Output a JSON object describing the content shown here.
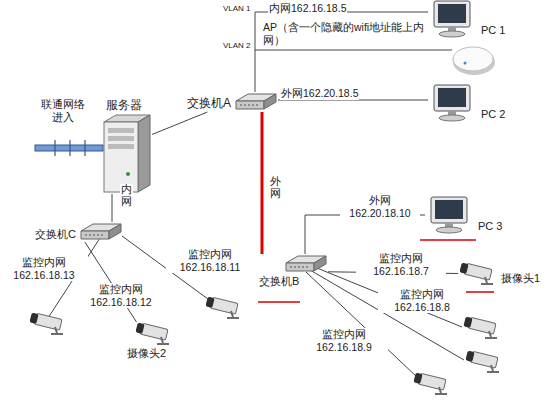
{
  "diagram": {
    "nodes": [
      {
        "text": [
          "PC 1"
        ]
      },
      {
        "text": [
          "PC 2"
        ]
      },
      {
        "text": [
          "服务器"
        ]
      },
      {
        "text": [
          "交换机A"
        ]
      },
      {
        "text": [
          "交换机C"
        ]
      },
      {
        "text": [
          "PC 3"
        ]
      },
      {
        "text": [
          "交换机B"
        ]
      },
      {
        "text": [
          "摄像头1"
        ]
      },
      {
        "text": [
          "摄像头2"
        ]
      }
    ],
    "edges": [
      {
        "from": 2,
        "to": 3,
        "arrow": "none"
      },
      {
        "from": 3,
        "to": 0,
        "label": "内网162.16.18.5",
        "arrow": "none"
      },
      {
        "from": 3,
        "to": 1,
        "label": "外网162.20.18.5",
        "arrow": "none"
      },
      {
        "from": 3,
        "to": 6,
        "label": "外网",
        "arrow": "none"
      },
      {
        "from": 6,
        "to": 5,
        "label": "外网 162.20.18.10",
        "arrow": "none"
      },
      {
        "from": 6,
        "to": 7,
        "label": "监控内网 162.16.18.7",
        "arrow": "none"
      },
      {
        "from": 2,
        "to": 4,
        "label": "内网",
        "arrow": "none"
      },
      {
        "from": 4,
        "to": 8,
        "label": "监控内网 162.16.18.12",
        "arrow": "none"
      }
    ],
    "labels": [
      "联通网络进入",
      "VLAN 1",
      "VLAN 2",
      "AP（含一个隐藏的wifi地址能上内网）",
      "监控内网 162.16.18.8",
      "监控内网 162.16.18.9",
      "监控内网 162.16.18.13",
      "监控内网 162.16.18.11"
    ]
  }
}
